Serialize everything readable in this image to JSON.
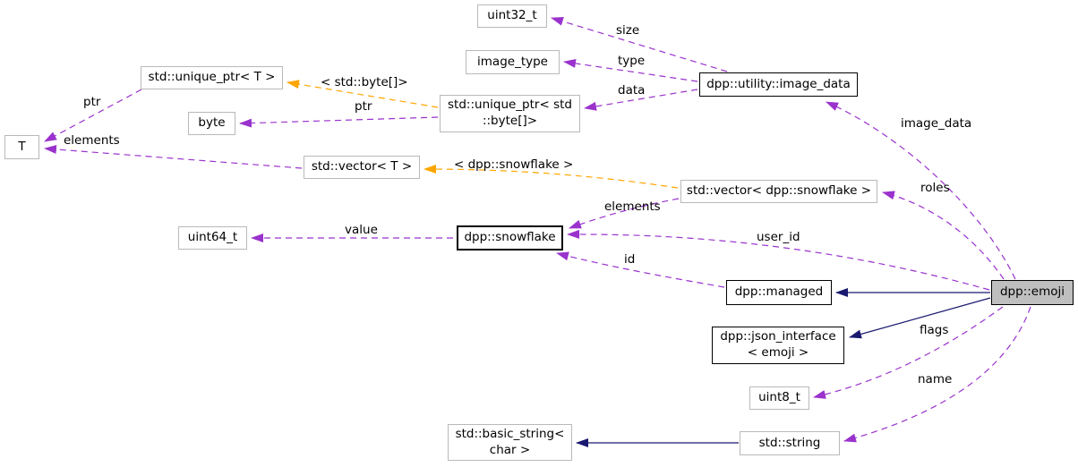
{
  "diagram_type": "doxygen-collaboration-graph",
  "main_class": "dpp::emoji",
  "colors": {
    "usage_edge": "#9a32cd",
    "template_edge": "#ffa500",
    "inheritance_edge": "#191970",
    "node_border": "#b9b9b9",
    "linked_node_border": "#000000",
    "node_fill": "#ffffff",
    "main_node_fill": "#bfbfbf",
    "text": "#000000"
  },
  "nodes": {
    "uint32_t": {
      "label": "uint32_t"
    },
    "image_type": {
      "label": "image_type"
    },
    "image_data": {
      "label": "dpp::utility::image_data"
    },
    "unique_ptr_t": {
      "label": "std::unique_ptr< T >"
    },
    "byte": {
      "label": "byte"
    },
    "t": {
      "label": "T"
    },
    "unique_ptr_byte": {
      "label": "std::unique_ptr< std\n::byte[]>"
    },
    "vector_t": {
      "label": "std::vector< T >"
    },
    "vector_snowflake": {
      "label": "std::vector< dpp::snowflake >"
    },
    "uint64_t": {
      "label": "uint64_t"
    },
    "snowflake": {
      "label": "dpp::snowflake"
    },
    "managed": {
      "label": "dpp::managed"
    },
    "emoji": {
      "label": "dpp::emoji"
    },
    "json_interface": {
      "label": "dpp::json_interface\n< emoji >"
    },
    "uint8_t": {
      "label": "uint8_t"
    },
    "string": {
      "label": "std::string"
    },
    "basic_string": {
      "label": "std::basic_string<\nchar >"
    }
  },
  "edge_labels": {
    "size": "size",
    "type": "type",
    "data": "data",
    "ptr_t": "ptr",
    "elements_t": "elements",
    "byte_template": "< std::byte[]>",
    "ptr_byte": "ptr",
    "snowflake_template": "< dpp::snowflake >",
    "elements_vector": "elements",
    "roles": "roles",
    "value": "value",
    "user_id": "user_id",
    "id": "id",
    "flags": "flags",
    "name": "name",
    "image_data": "image_data"
  }
}
